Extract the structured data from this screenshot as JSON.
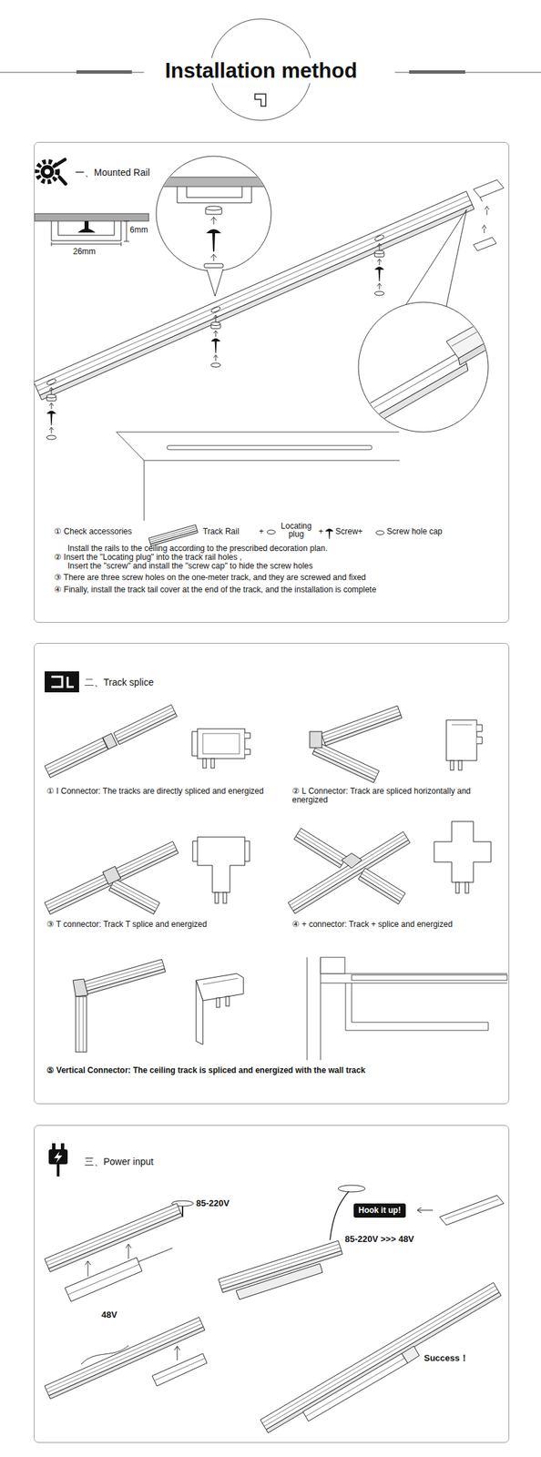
{
  "diagram": {
    "title": "Installation method",
    "nodes": [
      {
        "text": [
          "一、Mounted Rail"
        ]
      },
      {
        "text": [
          "二、Track splice"
        ]
      },
      {
        "text": [
          "三、Power input"
        ]
      },
      {
        "text": [
          "Hook it up!"
        ],
        "in": 2
      }
    ],
    "labels": [
      "6mm",
      "26mm",
      "① Check accessories",
      "Track Rail",
      "+",
      "Locating plug",
      "+",
      "Screw+",
      "Screw hole cap",
      "Install the rails to the ceiling according to the prescribed decoration plan.",
      "② Insert the \"Locating plug\" into the track rail holes ,",
      "Insert the \"screw\" and install the \"screw cap\" to hide the screw holes",
      "③ There are three screw holes on the one-meter track, and they are screwed and fixed",
      "④ Finally, install the track tail cover at the end of the track, and the installation is complete",
      "① I Connector: The tracks are directly spliced and energized",
      "② L Connector: Track are spliced horizontally and energized",
      "③ T connector: Track T splice and energized",
      "④ + connector: Track + splice and energized",
      "⑤ Vertical Connector: The ceiling track is spliced and energized with the wall track",
      "85-220V",
      "48V",
      "85-220V >>> 48V",
      "Success！"
    ]
  }
}
